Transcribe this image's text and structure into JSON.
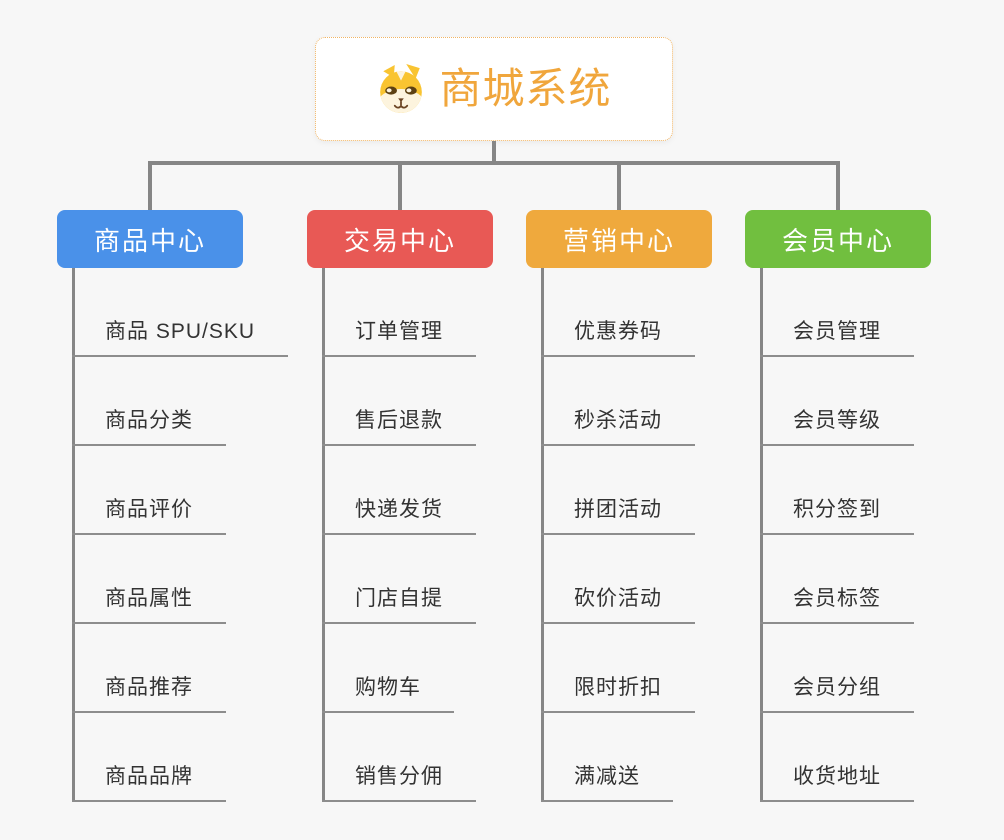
{
  "root": {
    "title": "商城系统",
    "icon": "shiba-dog-face-icon",
    "title_color": "#f0a63c",
    "border_color": "#f1b565"
  },
  "connector_color": "#868686",
  "background_color": "#f7f7f7",
  "branches": [
    {
      "label": "商品中心",
      "color": "#4a91e9",
      "children": [
        "商品 SPU/SKU",
        "商品分类",
        "商品评价",
        "商品属性",
        "商品推荐",
        "商品品牌"
      ]
    },
    {
      "label": "交易中心",
      "color": "#e85955",
      "children": [
        "订单管理",
        "售后退款",
        "快递发货",
        "门店自提",
        "购物车",
        "销售分佣"
      ]
    },
    {
      "label": "营销中心",
      "color": "#efa93d",
      "children": [
        "优惠券码",
        "秒杀活动",
        "拼团活动",
        "砍价活动",
        "限时折扣",
        "满减送"
      ]
    },
    {
      "label": "会员中心",
      "color": "#71bf3f",
      "children": [
        "会员管理",
        "会员等级",
        "积分签到",
        "会员标签",
        "会员分组",
        "收货地址"
      ]
    }
  ]
}
